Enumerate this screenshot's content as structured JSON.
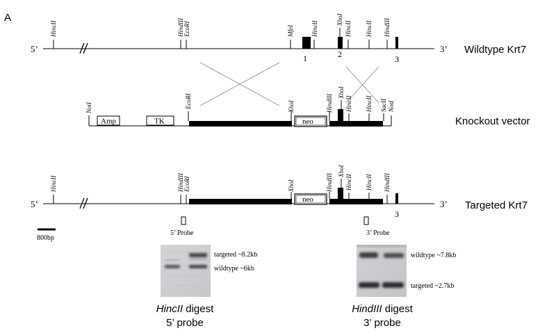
{
  "panel_label": "A",
  "wildtype": {
    "title": "Wildtype Krt7",
    "end5": "5’",
    "end3": "3’",
    "sites": [
      "HincII",
      "HindIII",
      "EcoRI",
      "MfeI",
      "HincII",
      "XhoI",
      "HincII",
      "HincII",
      "HindIII"
    ],
    "exons": [
      "1",
      "2",
      "3"
    ]
  },
  "vector": {
    "title": "Knockout vector",
    "sites": [
      "NotI",
      "EcoRI",
      "XhoI",
      "HindIII",
      "XhoI",
      "HincII",
      "HincII",
      "SacII",
      "NotI"
    ],
    "boxes": [
      "Amp",
      "TK",
      "neo"
    ]
  },
  "targeted": {
    "title": "Targeted Krt7",
    "end5": "5’",
    "end3": "3’",
    "sites": [
      "HincII",
      "HindIII",
      "EcoRI",
      "XhoI",
      "HindIII",
      "XhoI",
      "HincII",
      "HincII",
      "HindIII"
    ],
    "neo": "neo",
    "exon3": "3"
  },
  "scale_bar": "800bp",
  "probes": {
    "p5": "5’ Probe",
    "p3": "3’ Probe"
  },
  "blot_left": {
    "band_upper": "targeted ~8.2kb",
    "band_lower": "wildtype ~6kb",
    "caption_enzyme": "HincII",
    "caption_suffix": " digest",
    "caption_probe": "5’ probe"
  },
  "blot_right": {
    "band_upper": "wildtype ~7.8kb",
    "band_lower": "targeted ~2.7kb",
    "caption_enzyme": "HindIII",
    "caption_suffix": " digest",
    "caption_probe": "3’ probe"
  }
}
